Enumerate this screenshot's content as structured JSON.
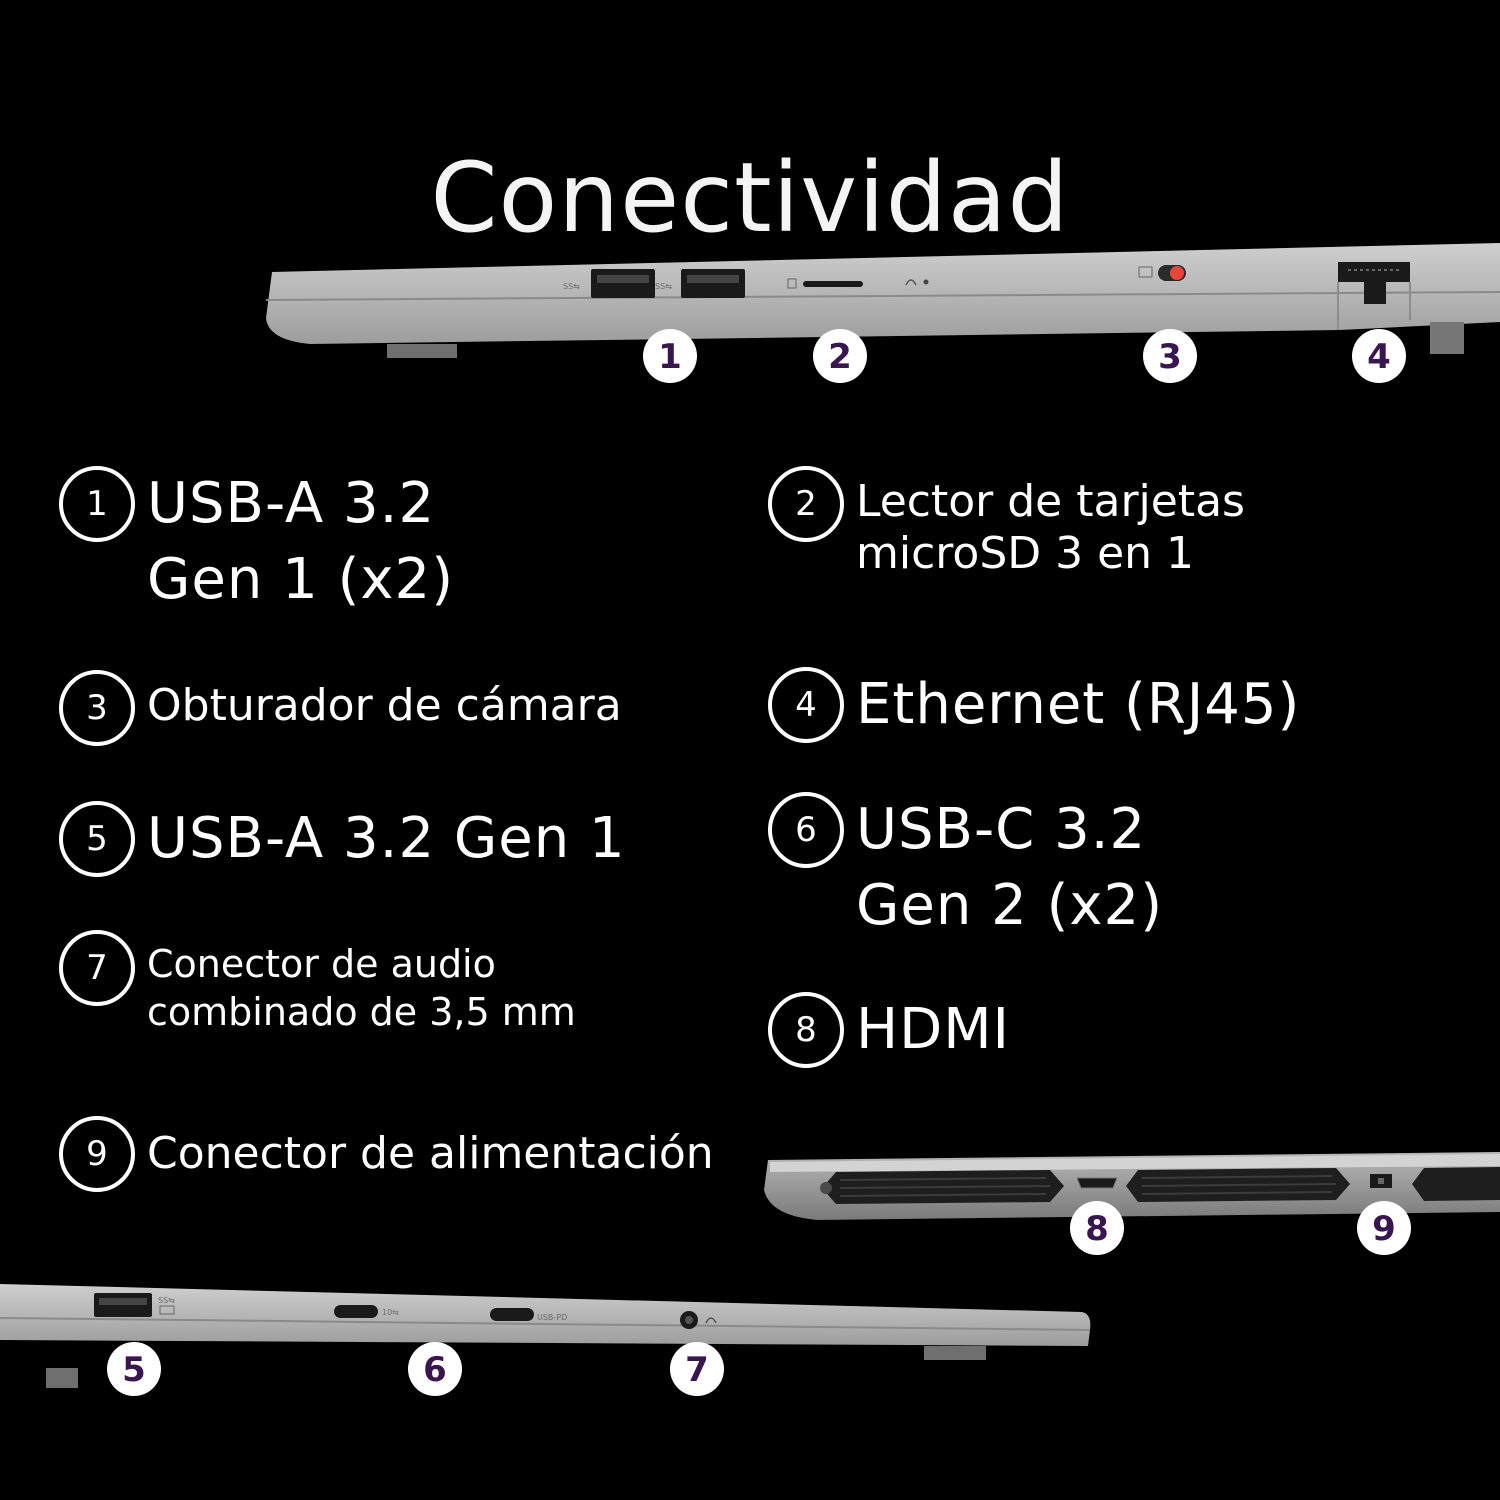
{
  "title": "Conectividad",
  "colors": {
    "background": "#000000",
    "chassis": "#a9a9a9",
    "marker_text": "#3a1650",
    "shutter": "#e8453c"
  },
  "device_views": {
    "left_side": {
      "markers": [
        "1",
        "2",
        "3",
        "4"
      ],
      "port_labels": [
        "SS⇆",
        "SS⇆"
      ]
    },
    "back": {
      "markers": [
        "8",
        "9"
      ]
    },
    "right_side": {
      "markers": [
        "5",
        "6",
        "7"
      ],
      "port_labels": [
        "SS⇆",
        "10⇆",
        "USB-PD"
      ]
    }
  },
  "legend": [
    {
      "num": "1",
      "label": "USB-A 3.2\nGen 1 (x2)"
    },
    {
      "num": "2",
      "label": "Lector de tarjetas\nmicroSD 3 en 1"
    },
    {
      "num": "3",
      "label": "Obturador de cámara"
    },
    {
      "num": "4",
      "label": "Ethernet (RJ45)"
    },
    {
      "num": "5",
      "label": "USB-A 3.2 Gen 1"
    },
    {
      "num": "6",
      "label": "USB-C 3.2\nGen 2 (x2)"
    },
    {
      "num": "7",
      "label": "Conector de audio\ncombinado de 3,5 mm"
    },
    {
      "num": "8",
      "label": "HDMI"
    },
    {
      "num": "9",
      "label": "Conector de alimentación"
    }
  ]
}
